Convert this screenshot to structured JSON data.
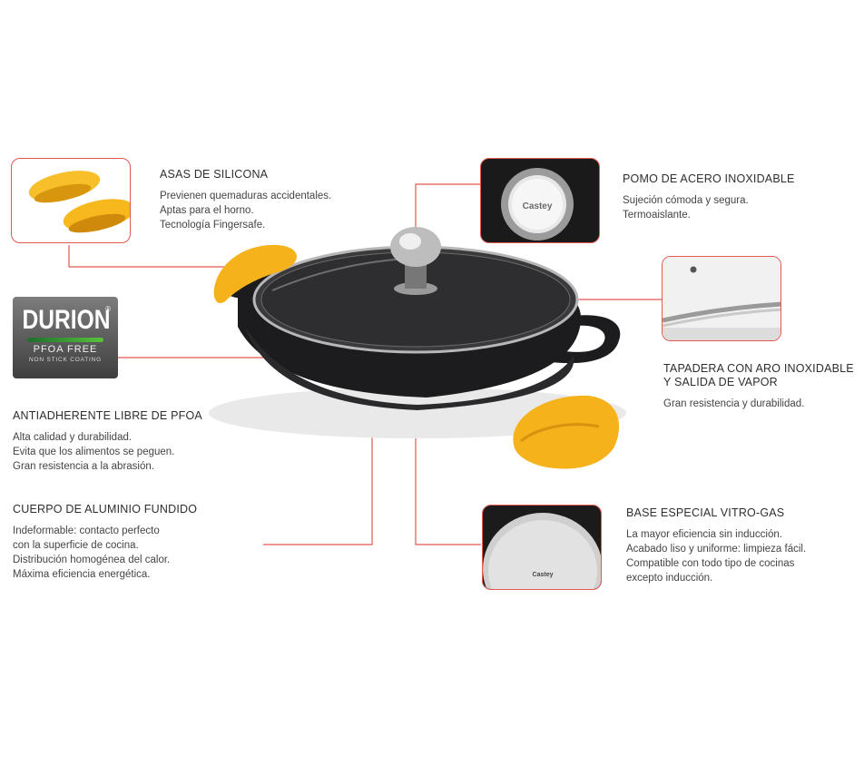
{
  "features": {
    "handles": {
      "title": "ASAS DE SILICONA",
      "lines": [
        "Previenen quemaduras accidentales.",
        "Aptas para el horno.",
        "Tecnología Fingersafe."
      ]
    },
    "knob": {
      "title": "POMO DE ACERO INOXIDABLE",
      "lines": [
        "Sujeción cómoda y segura.",
        "Termoaislante."
      ]
    },
    "lid": {
      "title_line1": "TAPADERA CON ARO INOXIDABLE",
      "title_line2": "Y SALIDA DE VAPOR",
      "lines": [
        "Gran resistencia y durabilidad."
      ]
    },
    "coating": {
      "title": "ANTIADHERENTE LIBRE DE PFOA",
      "lines": [
        "Alta calidad y durabilidad.",
        "Evita que los alimentos se peguen.",
        "Gran resistencia a la abrasión."
      ]
    },
    "body": {
      "title": "CUERPO DE ALUMINIO FUNDIDO",
      "lines": [
        "Indeformable: contacto perfecto",
        "con la superficie de cocina.",
        "Distribución homogénea del calor.",
        "Máxima eficiencia energética."
      ]
    },
    "base": {
      "title": "BASE ESPECIAL VITRO-GAS",
      "lines": [
        "La mayor eficiencia sin inducción.",
        "Acabado liso y uniforme: limpieza fácil.",
        "Compatible con todo tipo de cocinas",
        "excepto inducción."
      ]
    }
  },
  "logo": {
    "brand": "DURION",
    "registered": "®",
    "sub1": "PFOA FREE",
    "sub2": "NON STICK COATING"
  },
  "thumb_labels": {
    "knob_brand": "Castey",
    "base_brand": "Castey"
  },
  "colors": {
    "accent_line": "#e3584f",
    "silicone_yellow": "#f5b21a",
    "pan_black": "#1c1c1e"
  }
}
